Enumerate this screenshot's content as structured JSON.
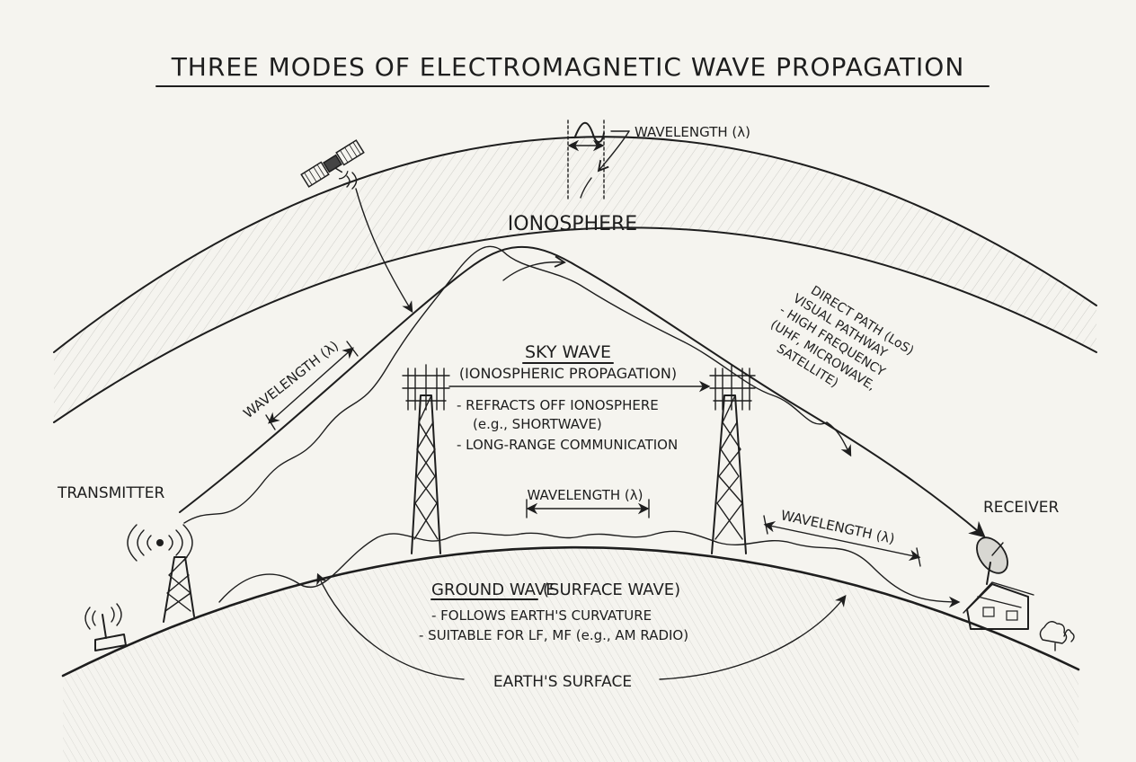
{
  "title": "THREE MODES OF ELECTROMAGNETIC WAVE PROPAGATION",
  "labels": {
    "ionosphere": "IONOSPHERE",
    "transmitter": "TRANSMITTER",
    "receiver": "RECEIVER",
    "earth_surface": "EARTH'S SURFACE",
    "wavelength_top": "WAVELENGTH (λ)",
    "wavelength_left": "WAVELENGTH (λ)",
    "wavelength_mid": "WAVELENGTH (λ)",
    "wavelength_right": "WAVELENGTH (λ)"
  },
  "sky_wave": {
    "heading": "SKY WAVE",
    "subheading": "(IONOSPHERIC PROPAGATION)",
    "line1": "- REFRACTS OFF IONOSPHERE",
    "line2": "(e.g., SHORTWAVE)",
    "line3": "- LONG-RANGE COMMUNICATION"
  },
  "ground_wave": {
    "heading": "GROUND WAVE",
    "subheading": "(SURFACE WAVE)",
    "line1": "- FOLLOWS EARTH'S CURVATURE",
    "line2": "- SUITABLE FOR LF, MF (e.g., AM RADIO)"
  },
  "direct_path": {
    "line1": "DIRECT PATH (LoS)",
    "line2": "VISUAL PATHWAY",
    "line3": "- HIGH FREQUENCY",
    "line4": "(UHF, MICROWAVE,",
    "line5": "SATELLITE)"
  },
  "icons": [
    "satellite-icon",
    "transmitter-tower-icon",
    "repeater-tower-icon",
    "receiver-dish-icon",
    "house-icon",
    "radio-device-icon",
    "tree-icon"
  ],
  "colors": {
    "ink": "#1e1e1e",
    "paper": "#f5f4ef",
    "hatch": "#9a9a96"
  }
}
